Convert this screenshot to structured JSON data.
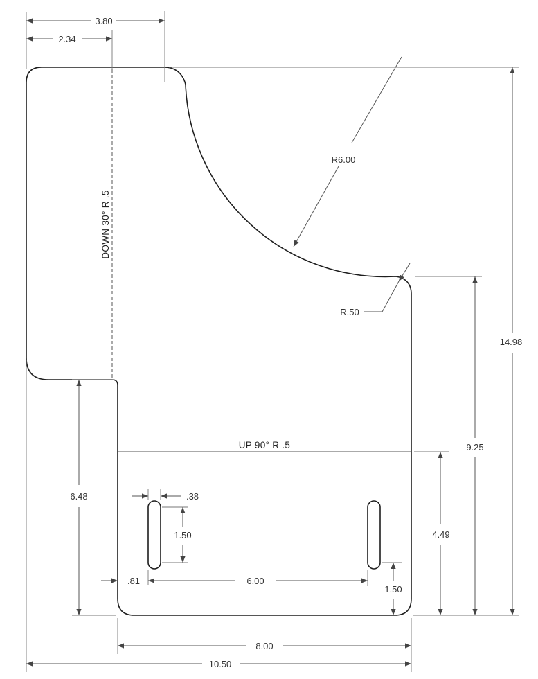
{
  "dimensions": {
    "top_overall": "3.80",
    "top_partial": "2.34",
    "big_radius": "R6.00",
    "small_radius": "R.50",
    "height_overall": "14.98",
    "height_right": "9.25",
    "height_flange": "4.49",
    "height_left_step": "6.48",
    "slot_width": ".38",
    "slot_length": "1.50",
    "slot_edge_offset": ".81",
    "slot_spacing": "6.00",
    "slot_bottom_offset": "1.50",
    "width_bottom": "8.00",
    "width_overall": "10.50"
  },
  "bend_notes": {
    "down": "DOWN  30°  R .5",
    "up": "UP  90°  R .5"
  }
}
